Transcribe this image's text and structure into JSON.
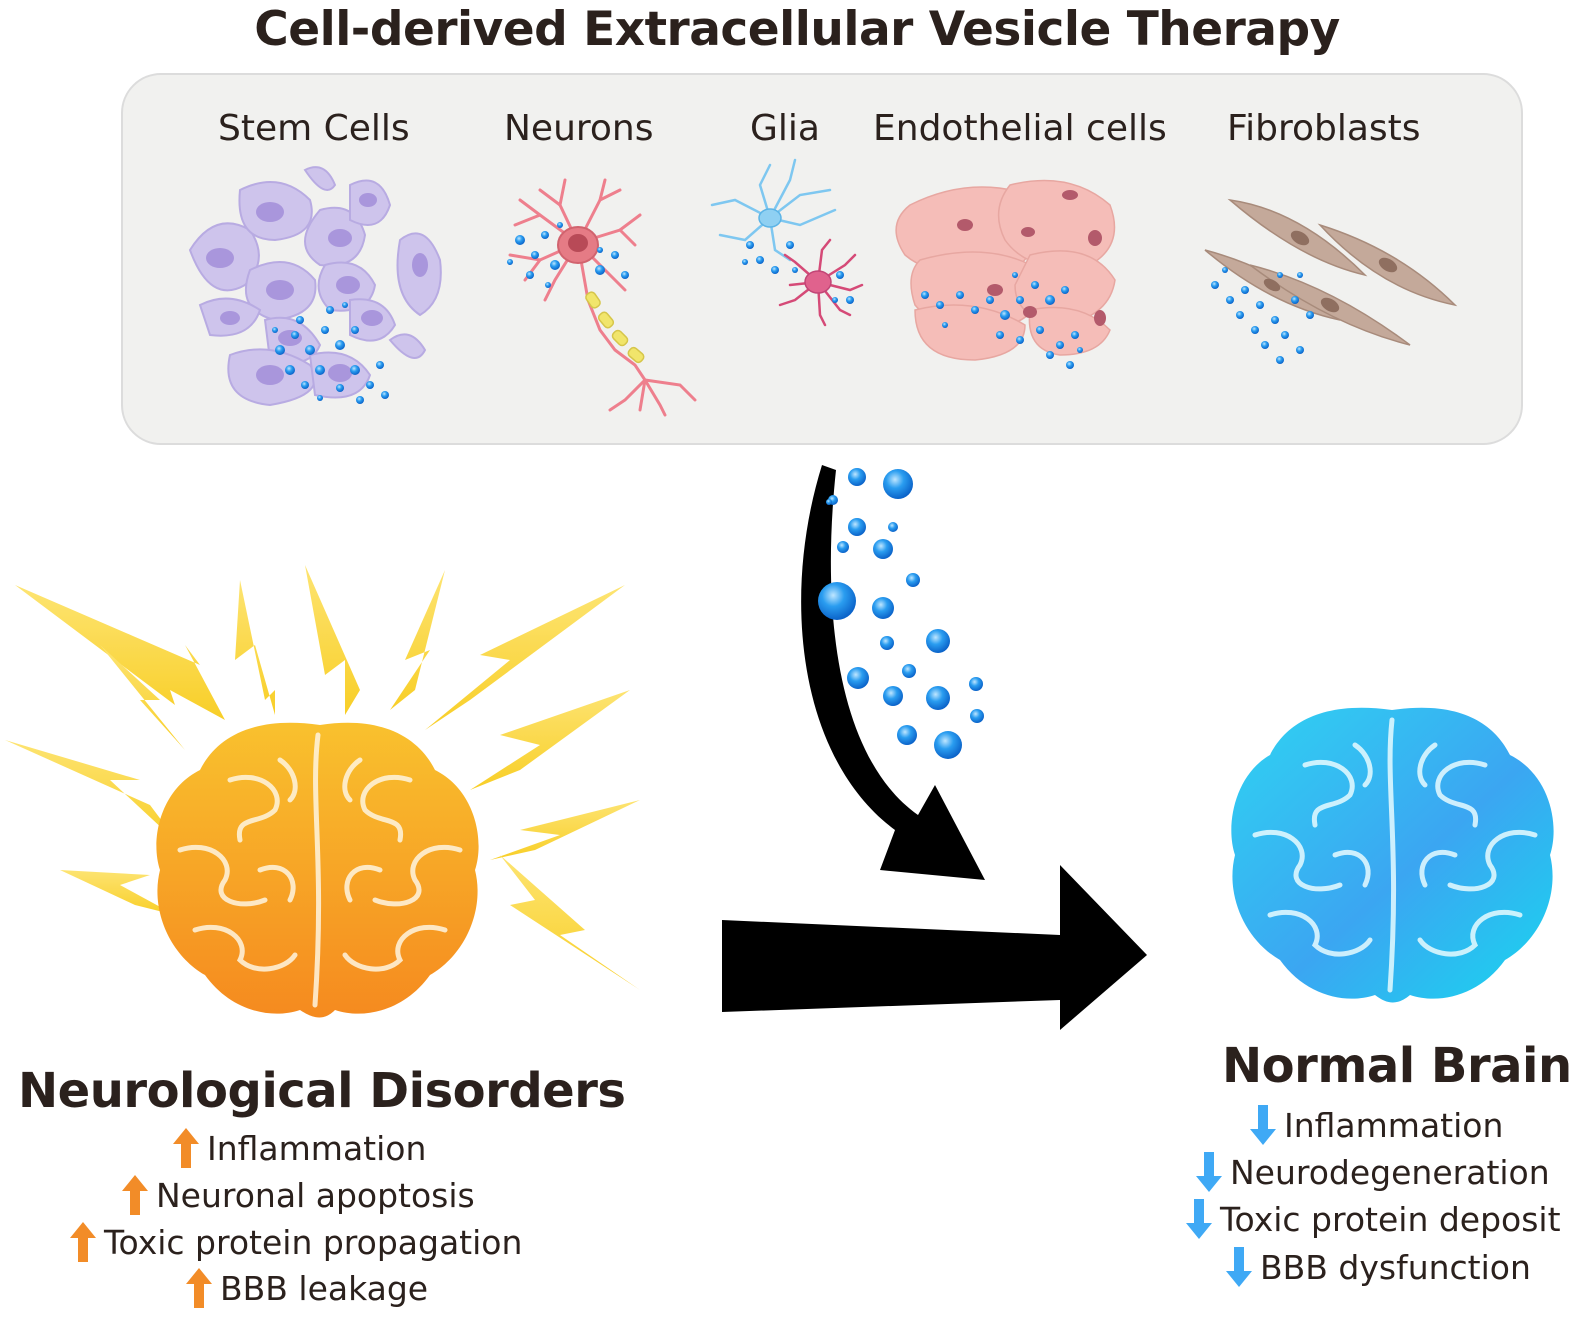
{
  "title": "Cell-derived Extracellular Vesicle Therapy",
  "cell_sources": [
    {
      "label": "Stem Cells",
      "icon": "stem-cells-icon"
    },
    {
      "label": "Neurons",
      "icon": "neuron-icon"
    },
    {
      "label": "Glia",
      "icon": "glia-icon"
    },
    {
      "label": "Endothelial cells",
      "icon": "endothelial-cells-icon"
    },
    {
      "label": "Fibroblasts",
      "icon": "fibroblasts-icon"
    }
  ],
  "disorder": {
    "label": "Neurological Disorders",
    "effects": [
      {
        "text": "Inflammation",
        "direction": "up"
      },
      {
        "text": "Neuronal apoptosis",
        "direction": "up"
      },
      {
        "text": "Toxic protein propagation",
        "direction": "up"
      },
      {
        "text": "BBB leakage",
        "direction": "up"
      }
    ]
  },
  "normal": {
    "label": "Normal Brain",
    "effects": [
      {
        "text": "Inflammation",
        "direction": "down"
      },
      {
        "text": "Neurodegeneration",
        "direction": "down"
      },
      {
        "text": "Toxic protein deposit",
        "direction": "down"
      },
      {
        "text": "BBB dysfunction",
        "direction": "down"
      }
    ]
  },
  "colors": {
    "up_arrow": "#f28c28",
    "down_arrow": "#3fa9f5",
    "vesicle": "#1e88e5",
    "disorder_brain": "#f7a21b",
    "normal_brain": "#35c6f0"
  }
}
